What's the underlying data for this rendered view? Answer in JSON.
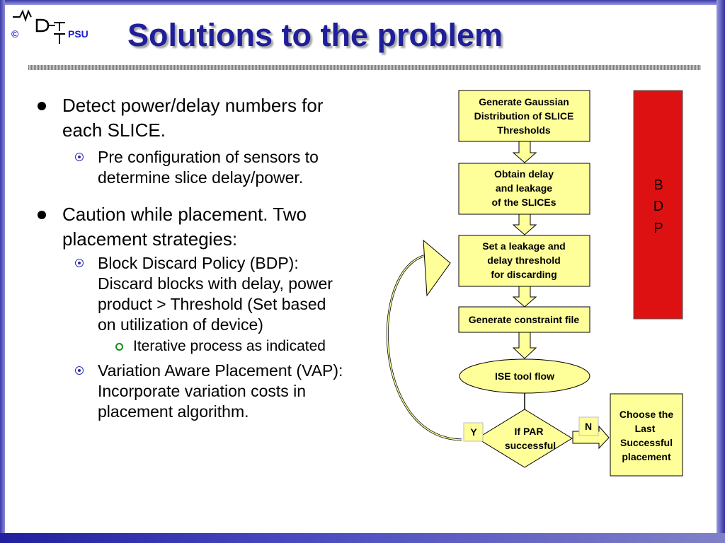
{
  "logo": {
    "copyright": "©",
    "org": "PSU"
  },
  "title": "Solutions to the problem",
  "bullets": {
    "detect": {
      "line1": "Detect power/delay numbers for",
      "line2": "each SLICE.",
      "sub": {
        "line1": "Pre configuration of sensors to",
        "line2": "determine slice delay/power."
      }
    },
    "caution": {
      "line1": "Caution while placement. Two",
      "line2": "placement strategies:",
      "bdp": {
        "line1": "Block Discard Policy (BDP):",
        "line2": "Discard blocks with delay, power",
        "line3": "product > Threshold (Set based",
        "line4": "on utilization of device)",
        "sub": "Iterative process as indicated"
      },
      "vap": {
        "line1": "Variation Aware Placement (VAP):",
        "line2": "Incorporate variation costs in",
        "line3": "placement algorithm."
      }
    }
  },
  "flowchart": {
    "gaussian": [
      "Generate Gaussian",
      "Distribution of SLICE",
      "Thresholds"
    ],
    "obtain": [
      "Obtain delay",
      "and leakage",
      "of the SLICEs"
    ],
    "threshold": [
      "Set a leakage and",
      "delay threshold",
      "for discarding"
    ],
    "constraint": "Generate constraint file",
    "ise": "ISE tool flow",
    "decision": [
      "If PAR",
      "successful"
    ],
    "yes": "Y",
    "no": "N",
    "choose": [
      "Choose the",
      "Last",
      "Successful",
      "placement"
    ],
    "bdp": [
      "B",
      "D",
      "P"
    ]
  },
  "colors": {
    "box_fill": "#ffff99",
    "bdp_fill": "#dd1111",
    "title": "#1f1f9a"
  }
}
